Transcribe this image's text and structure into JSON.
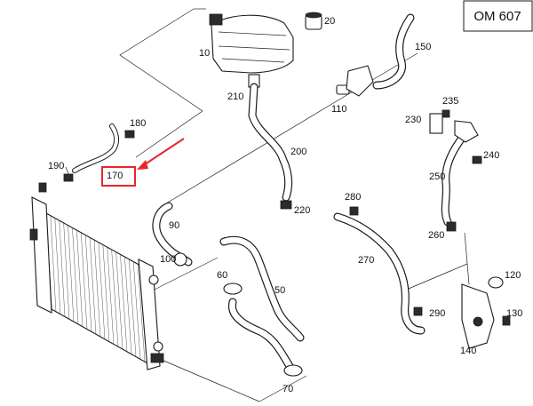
{
  "model_code": "OM 607",
  "callouts": {
    "p10": "10",
    "p20": "20",
    "p50": "50",
    "p60": "60",
    "p70": "70",
    "p90": "90",
    "p100": "100",
    "p110": "110",
    "p120": "120",
    "p130": "130",
    "p140": "140",
    "p150": "150",
    "p170": "170",
    "p180": "180",
    "p190": "190",
    "p200": "200",
    "p210": "210",
    "p220": "220",
    "p230": "230",
    "p235": "235",
    "p240": "240",
    "p250": "250",
    "p260": "260",
    "p270": "270",
    "p280": "280",
    "p290": "290"
  },
  "colors": {
    "highlight": "#e8262a",
    "line": "#1a1a1a"
  }
}
